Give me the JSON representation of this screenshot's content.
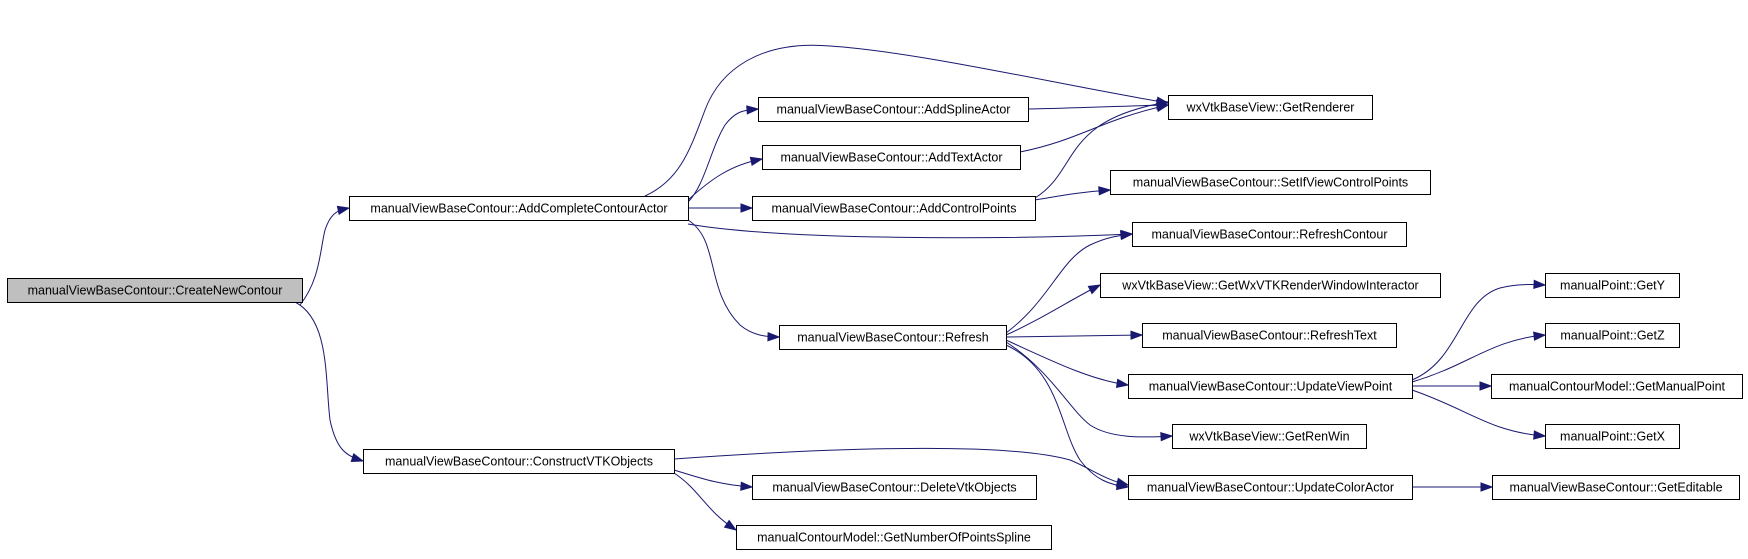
{
  "nodes": [
    {
      "id": "createNewContour",
      "label": "manualViewBaseContour::CreateNewContour",
      "root": true
    },
    {
      "id": "addCompleteContourActor",
      "label": "manualViewBaseContour::AddCompleteContourActor"
    },
    {
      "id": "constructVTKObjects",
      "label": "manualViewBaseContour::ConstructVTKObjects"
    },
    {
      "id": "addSplineActor",
      "label": "manualViewBaseContour::AddSplineActor"
    },
    {
      "id": "addTextActor",
      "label": "manualViewBaseContour::AddTextActor"
    },
    {
      "id": "addControlPoints",
      "label": "manualViewBaseContour::AddControlPoints"
    },
    {
      "id": "refresh",
      "label": "manualViewBaseContour::Refresh"
    },
    {
      "id": "deleteVtkObjects",
      "label": "manualViewBaseContour::DeleteVtkObjects"
    },
    {
      "id": "getNumberOfPointsSpline",
      "label": "manualContourModel::GetNumberOfPointsSpline"
    },
    {
      "id": "getRenderer",
      "label": "wxVtkBaseView::GetRenderer"
    },
    {
      "id": "setIfViewControlPoints",
      "label": "manualViewBaseContour::SetIfViewControlPoints"
    },
    {
      "id": "refreshContour",
      "label": "manualViewBaseContour::RefreshContour"
    },
    {
      "id": "getWxVTKRenderWindowInteractor",
      "label": "wxVtkBaseView::GetWxVTKRenderWindowInteractor"
    },
    {
      "id": "refreshText",
      "label": "manualViewBaseContour::RefreshText"
    },
    {
      "id": "updateViewPoint",
      "label": "manualViewBaseContour::UpdateViewPoint"
    },
    {
      "id": "getRenWin",
      "label": "wxVtkBaseView::GetRenWin"
    },
    {
      "id": "updateColorActor",
      "label": "manualViewBaseContour::UpdateColorActor"
    },
    {
      "id": "getY",
      "label": "manualPoint::GetY"
    },
    {
      "id": "getZ",
      "label": "manualPoint::GetZ"
    },
    {
      "id": "getManualPoint",
      "label": "manualContourModel::GetManualPoint"
    },
    {
      "id": "getX",
      "label": "manualPoint::GetX"
    },
    {
      "id": "getEditable",
      "label": "manualViewBaseContour::GetEditable"
    }
  ],
  "edges": [
    {
      "from": "createNewContour",
      "to": "addCompleteContourActor"
    },
    {
      "from": "createNewContour",
      "to": "constructVTKObjects"
    },
    {
      "from": "addCompleteContourActor",
      "to": "getRenderer"
    },
    {
      "from": "addCompleteContourActor",
      "to": "addSplineActor"
    },
    {
      "from": "addCompleteContourActor",
      "to": "addTextActor"
    },
    {
      "from": "addCompleteContourActor",
      "to": "addControlPoints"
    },
    {
      "from": "addCompleteContourActor",
      "to": "refreshContour"
    },
    {
      "from": "addCompleteContourActor",
      "to": "refresh"
    },
    {
      "from": "addSplineActor",
      "to": "getRenderer"
    },
    {
      "from": "addTextActor",
      "to": "getRenderer"
    },
    {
      "from": "addControlPoints",
      "to": "getRenderer"
    },
    {
      "from": "addControlPoints",
      "to": "setIfViewControlPoints"
    },
    {
      "from": "refresh",
      "to": "refreshContour"
    },
    {
      "from": "refresh",
      "to": "getWxVTKRenderWindowInteractor"
    },
    {
      "from": "refresh",
      "to": "refreshText"
    },
    {
      "from": "refresh",
      "to": "updateViewPoint"
    },
    {
      "from": "refresh",
      "to": "getRenWin"
    },
    {
      "from": "refresh",
      "to": "updateColorActor"
    },
    {
      "from": "updateViewPoint",
      "to": "getY"
    },
    {
      "from": "updateViewPoint",
      "to": "getZ"
    },
    {
      "from": "updateViewPoint",
      "to": "getManualPoint"
    },
    {
      "from": "updateViewPoint",
      "to": "getX"
    },
    {
      "from": "updateColorActor",
      "to": "getEditable"
    },
    {
      "from": "constructVTKObjects",
      "to": "updateColorActor"
    },
    {
      "from": "constructVTKObjects",
      "to": "deleteVtkObjects"
    },
    {
      "from": "constructVTKObjects",
      "to": "getNumberOfPointsSpline"
    }
  ]
}
